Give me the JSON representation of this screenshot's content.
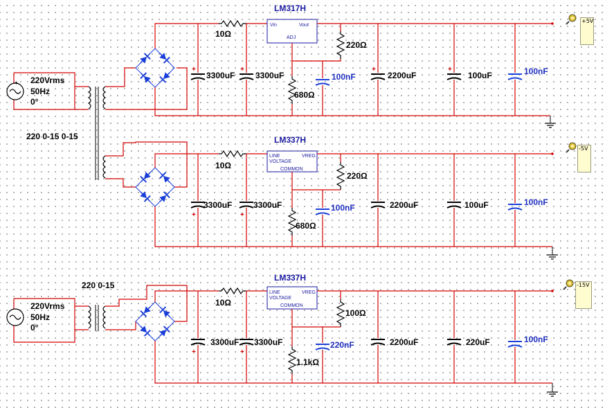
{
  "colors": {
    "wire": "#d40000",
    "component": "#000000",
    "diode": "#1a3fd8",
    "blue_label": "#2030c0",
    "ic": "#1a1aa0"
  },
  "source_top": {
    "v": "220Vrms",
    "f": "50Hz",
    "ph": "0°"
  },
  "source_bottom": {
    "v": "220Vrms",
    "f": "50Hz",
    "ph": "0°"
  },
  "transformer_top_label": "220 0-15  0-15",
  "transformer_bottom_label": "220  0-15",
  "rail1": {
    "regulator": "LM317H",
    "pin_vin": "Vin",
    "pin_vout": "Vout",
    "pin_adj": "ADJ",
    "r_series": "10Ω",
    "c1": "3300uF",
    "c2": "3300uF",
    "r_adj_top": "220Ω",
    "r_adj_bottom": "680Ω",
    "c_adj": "100nF",
    "c_out1": "2200uF",
    "c_out2": "100uF",
    "c_out3": "100nF",
    "probe": "+5V"
  },
  "rail2": {
    "regulator": "LM337H",
    "pin_line": "LINE",
    "pin_vreg": "VREG",
    "pin_voltage": "VOLTAGE",
    "pin_common": "COMMON",
    "r_series": "10Ω",
    "c1": "3300uF",
    "c2": "3300uF",
    "r_adj_top": "220Ω",
    "r_adj_bottom": "680Ω",
    "c_adj": "100nF",
    "c_out1": "2200uF",
    "c_out2": "100uF",
    "c_out3": "100nF",
    "probe": "-5V"
  },
  "rail3": {
    "regulator": "LM337H",
    "pin_line": "LINE",
    "pin_vreg": "VREG",
    "pin_voltage": "VOLTAGE",
    "pin_common": "COMMON",
    "r_series": "10Ω",
    "c1": "3300uF",
    "c2": "3300uF",
    "r_adj_top": "100Ω",
    "r_adj_bottom": "1.1kΩ",
    "c_adj": "220nF",
    "c_out1": "2200uF",
    "c_out2": "220uF",
    "c_out3": "100nF",
    "probe": "-15V"
  }
}
